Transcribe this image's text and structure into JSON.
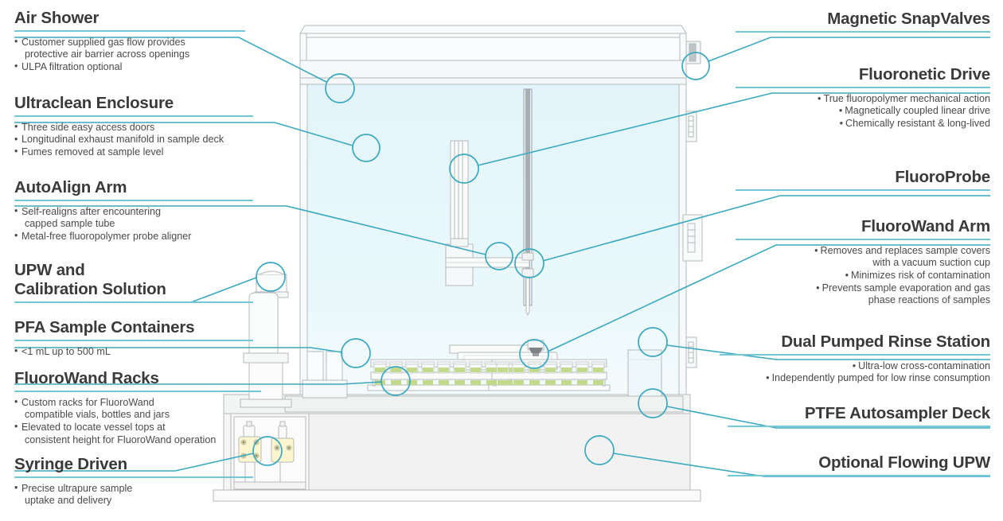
{
  "diagram": {
    "title": "Automated ultraclean sample preparation system cutaway illustration",
    "accent_color": "#3aa9c0",
    "rule_color": "#74c7d6",
    "text_color": "#3a3a3a",
    "glass_tint": "#eaf7fb",
    "body_color": "#f2f2f2",
    "vial_liquid_color": "#c3d98c",
    "valve_block_color": "#fcf3c0"
  },
  "callouts_left": [
    {
      "id": "air-shower",
      "title": "Air Shower",
      "bullets": [
        {
          "text": "Customer supplied gas flow provides",
          "cont": "protective air barrier across openings"
        },
        {
          "text": "ULPA filtration optional"
        }
      ]
    },
    {
      "id": "ultraclean-enclosure",
      "title": "Ultraclean Enclosure",
      "bullets": [
        {
          "text": "Three side easy access doors"
        },
        {
          "text": "Longitudinal exhaust manifold in sample deck"
        },
        {
          "text": "Fumes removed at sample level"
        }
      ]
    },
    {
      "id": "autoalign-arm",
      "title": "AutoAlign Arm",
      "bullets": [
        {
          "text": "Self-realigns after encountering",
          "cont": "capped sample tube"
        },
        {
          "text": "Metal-free fluoropolymer probe aligner"
        }
      ]
    },
    {
      "id": "upw-and-calibration-solution",
      "title": "UPW and",
      "title2": "Calibration Solution",
      "bullets": []
    },
    {
      "id": "pfa-sample-containers",
      "title": "PFA Sample Containers",
      "bullets": [
        {
          "text": "<1 mL up to 500 mL"
        }
      ]
    },
    {
      "id": "fluorowand-racks",
      "title": "FluoroWand Racks",
      "bullets": [
        {
          "text": "Custom racks for FluoroWand",
          "cont": "compatible vials, bottles and jars"
        },
        {
          "text": "Elevated to locate vessel tops at",
          "cont": "consistent height for FluoroWand operation"
        }
      ]
    },
    {
      "id": "syringe-driven",
      "title": "Syringe Driven",
      "bullets": [
        {
          "text": "Precise ultrapure sample",
          "cont": "uptake and delivery"
        }
      ]
    }
  ],
  "callouts_right": [
    {
      "id": "magnetic-snapvalves",
      "title": "Magnetic SnapValves",
      "bullets": []
    },
    {
      "id": "fluoronetic-drive",
      "title": "Fluoronetic Drive",
      "bullets": [
        {
          "text": "True fluoropolymer mechanical action"
        },
        {
          "text": "Magnetically coupled linear drive"
        },
        {
          "text": "Chemically resistant & long-lived"
        }
      ]
    },
    {
      "id": "fluoroprobe",
      "title": "FluoroProbe",
      "bullets": []
    },
    {
      "id": "fluorowand-arm",
      "title": "FluoroWand Arm",
      "bullets": [
        {
          "text": "Removes and replaces sample covers",
          "cont": "with a vacuum suction cup"
        },
        {
          "text": "Minimizes risk of contamination"
        },
        {
          "text": "Prevents sample evaporation and gas",
          "cont": "phase reactions of samples"
        }
      ]
    },
    {
      "id": "dual-pumped-rinse-station",
      "title": "Dual Pumped Rinse Station",
      "bullets": [
        {
          "text": "Ultra-low cross-contamination"
        },
        {
          "text": "Independently pumped for low rinse consumption"
        }
      ]
    },
    {
      "id": "ptfe-autosampler-deck",
      "title": "PTFE Autosampler Deck",
      "bullets": []
    },
    {
      "id": "optional-flowing-upw",
      "title": "Optional Flowing UPW",
      "bullets": []
    }
  ]
}
